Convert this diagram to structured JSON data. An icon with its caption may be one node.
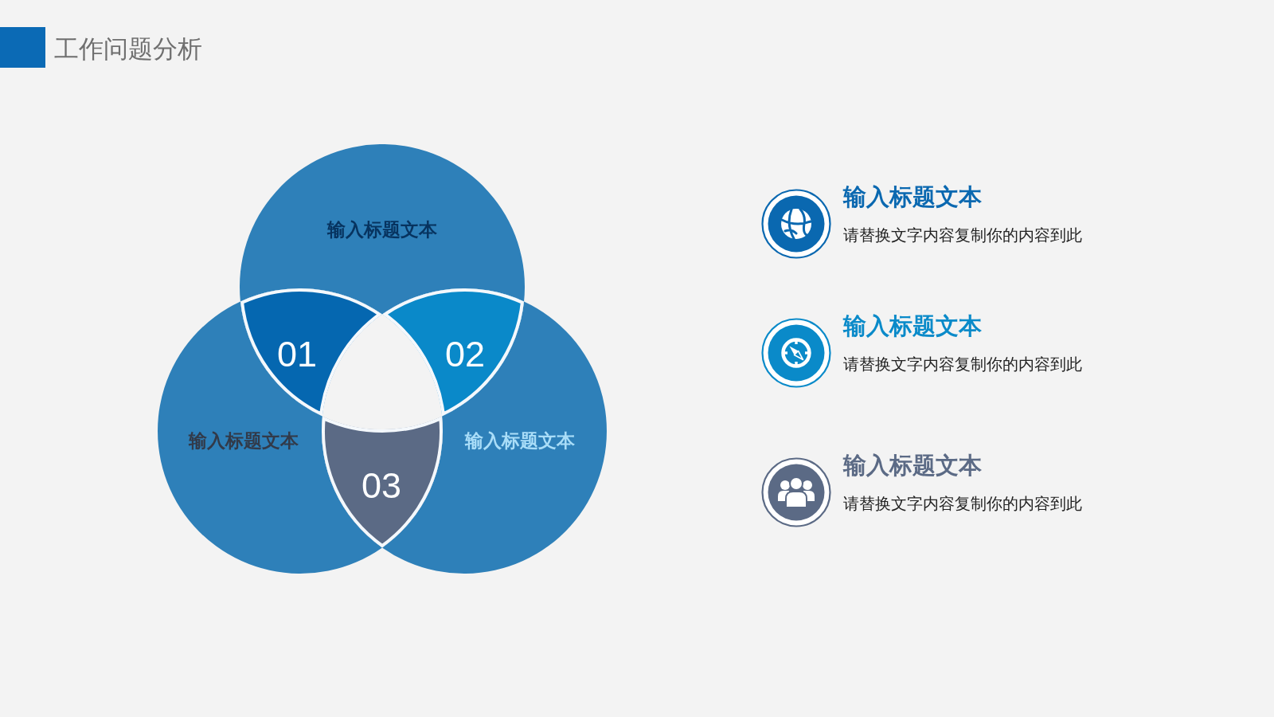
{
  "diagram": {
    "title": "工作问题分析",
    "nodes": [
      {
        "text": [
          "输入标题文本"
        ]
      },
      {
        "text": [
          "输入标题文本"
        ]
      },
      {
        "text": [
          "输入标题文本"
        ]
      },
      {
        "text": [
          "01"
        ]
      },
      {
        "text": [
          "02"
        ]
      },
      {
        "text": [
          "03"
        ]
      },
      {
        "text": [],
        "shape": "circle",
        "beside": [
          "输入标题文本",
          "请替换文字内容复制你的内容到此"
        ]
      },
      {
        "text": [],
        "shape": "circle",
        "beside": [
          "输入标题文本",
          "请替换文字内容复制你的内容到此"
        ]
      },
      {
        "text": [],
        "shape": "circle",
        "beside": [
          "输入标题文本",
          "请替换文字内容复制你的内容到此"
        ]
      }
    ]
  }
}
